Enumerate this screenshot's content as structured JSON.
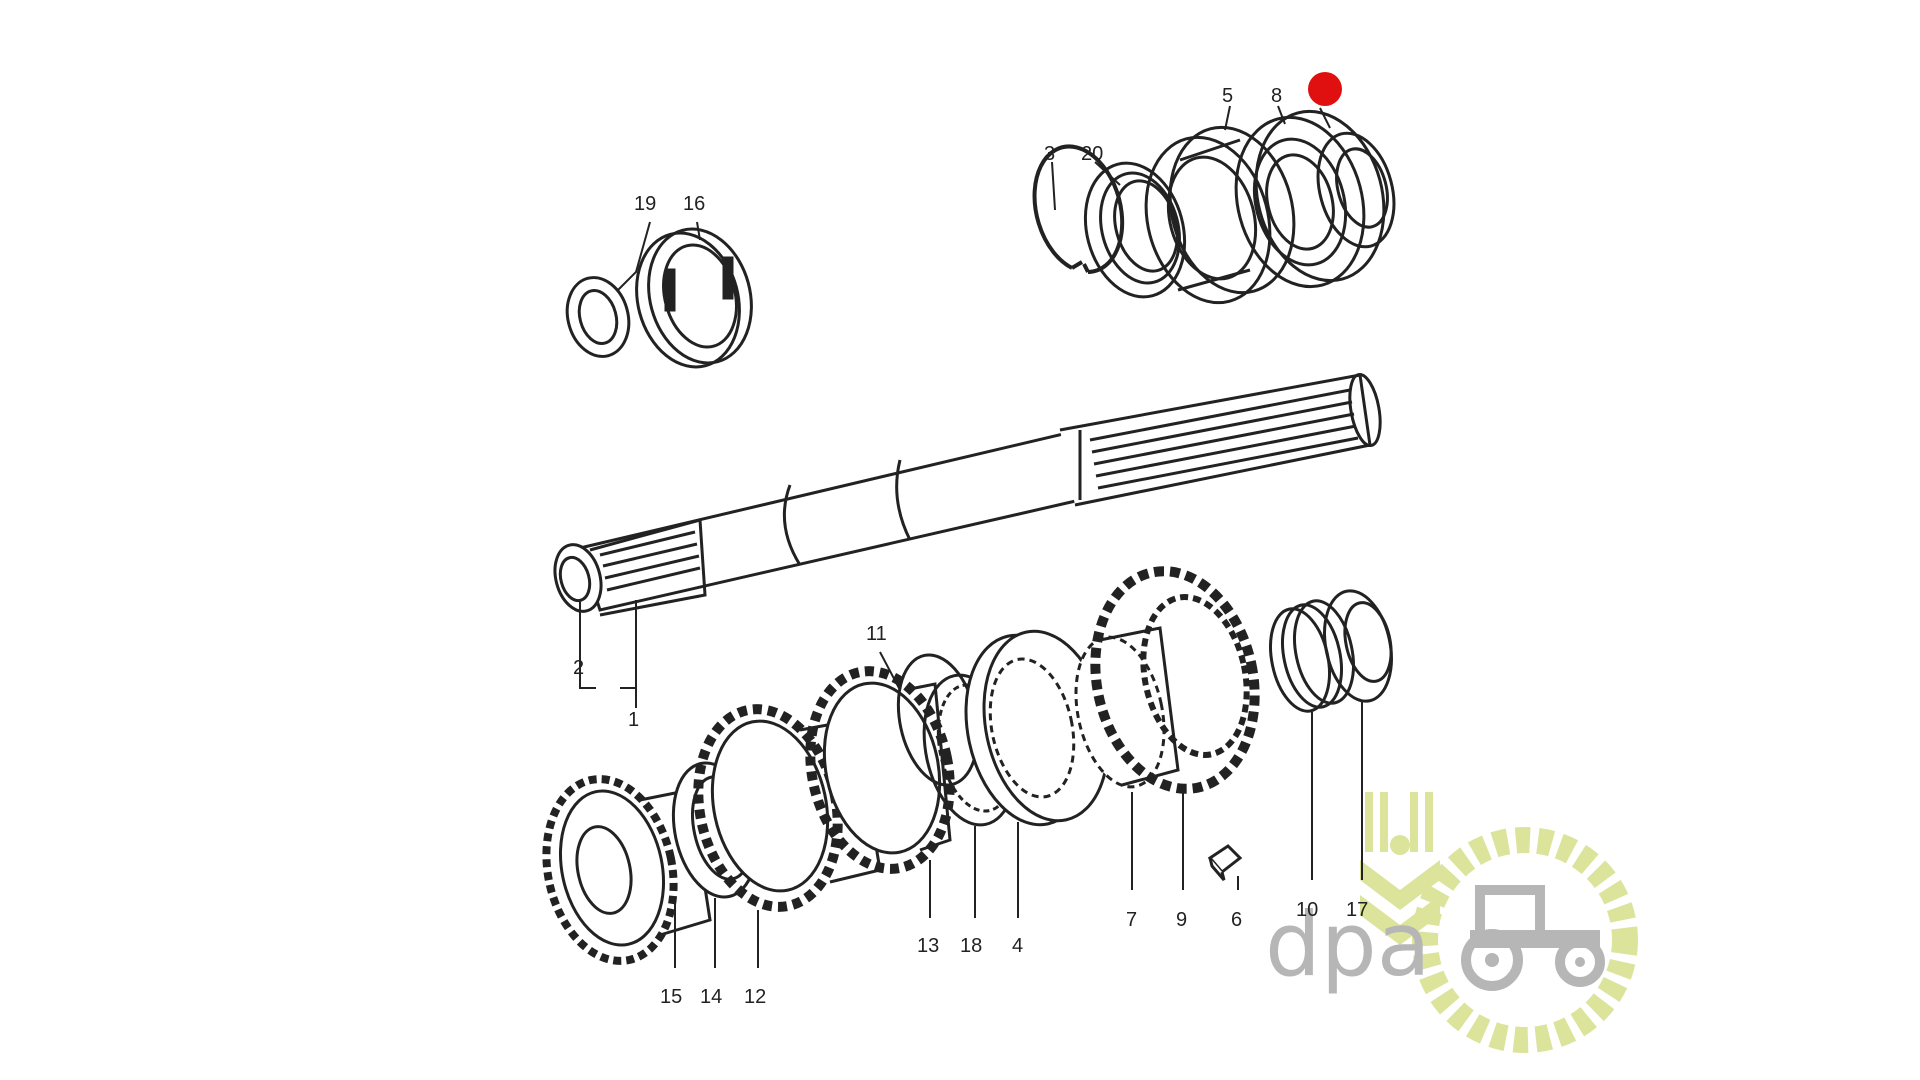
{
  "diagram": {
    "colors": {
      "line": "#222222",
      "marker": "#e01010",
      "logo_grey": "#aaaaaa",
      "logo_green": "#d6e08a"
    },
    "callouts": [
      {
        "id": "1",
        "text": "1"
      },
      {
        "id": "2",
        "text": "2"
      },
      {
        "id": "3",
        "text": "3"
      },
      {
        "id": "4",
        "text": "4"
      },
      {
        "id": "5",
        "text": "5"
      },
      {
        "id": "6",
        "text": "6"
      },
      {
        "id": "7",
        "text": "7"
      },
      {
        "id": "8",
        "text": "8"
      },
      {
        "id": "9",
        "text": "9"
      },
      {
        "id": "10",
        "text": "10"
      },
      {
        "id": "11",
        "text": "11"
      },
      {
        "id": "12",
        "text": "12"
      },
      {
        "id": "13",
        "text": "13"
      },
      {
        "id": "14",
        "text": "14"
      },
      {
        "id": "15",
        "text": "15"
      },
      {
        "id": "16",
        "text": "16"
      },
      {
        "id": "17",
        "text": "17"
      },
      {
        "id": "18",
        "text": "18"
      },
      {
        "id": "19",
        "text": "19"
      },
      {
        "id": "20",
        "text": "20"
      }
    ],
    "highlight_marker": {
      "icon": "red-dot-marker"
    }
  },
  "watermark": {
    "text": "dpa",
    "icon": "tractor-gear-logo"
  }
}
